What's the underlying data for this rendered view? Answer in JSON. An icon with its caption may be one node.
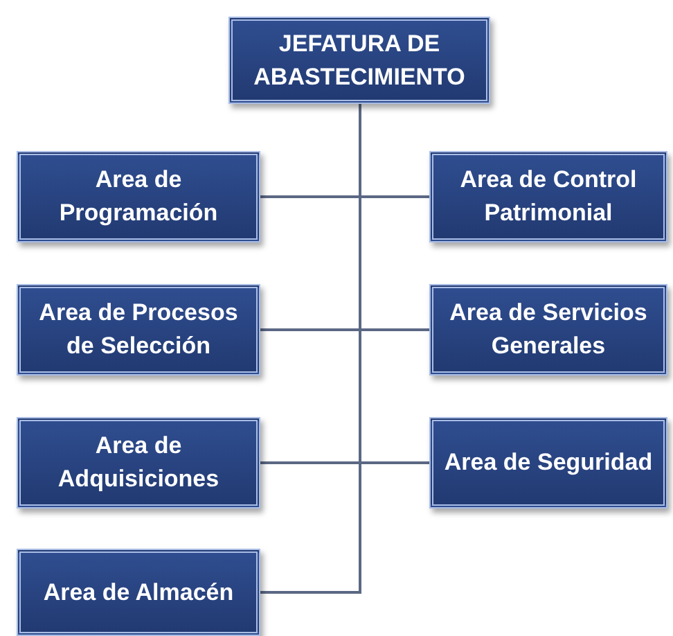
{
  "diagram": {
    "nodes": [
      {
        "text": [
          "JEFATURA DE ABASTECIMIENTO"
        ]
      },
      {
        "text": [
          "Area de Programación"
        ]
      },
      {
        "text": [
          "Area de Control Patrimonial"
        ]
      },
      {
        "text": [
          "Area de Procesos de Selección"
        ]
      },
      {
        "text": [
          "Area de Servicios Generales"
        ]
      },
      {
        "text": [
          "Area de Adquisiciones"
        ]
      },
      {
        "text": [
          "Area de Seguridad"
        ]
      },
      {
        "text": [
          "Area de Almacén"
        ]
      }
    ],
    "edges": [
      {
        "from": 0,
        "to": 1,
        "arrow": "none"
      },
      {
        "from": 0,
        "to": 2,
        "arrow": "none"
      },
      {
        "from": 0,
        "to": 3,
        "arrow": "none"
      },
      {
        "from": 0,
        "to": 4,
        "arrow": "none"
      },
      {
        "from": 0,
        "to": 5,
        "arrow": "none"
      },
      {
        "from": 0,
        "to": 6,
        "arrow": "none"
      },
      {
        "from": 0,
        "to": 7,
        "arrow": "none"
      }
    ]
  }
}
